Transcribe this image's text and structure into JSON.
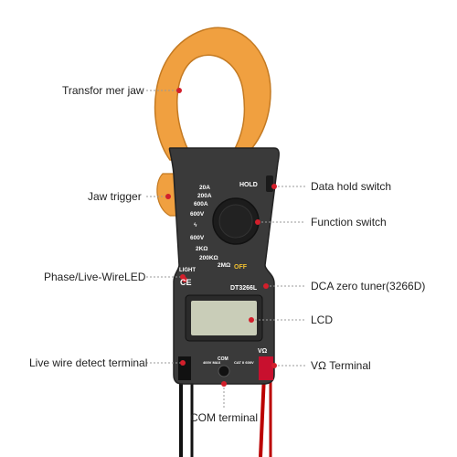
{
  "labels": {
    "jaw": "Transfor mer jaw",
    "trigger": "Jaw trigger",
    "led": "Phase/Live-WireLED",
    "live_terminal": "Live wire detect terminal",
    "hold_switch": "Data hold switch",
    "function_switch": "Function switch",
    "zero_tuner": "DCA zero tuner(3266D)",
    "lcd": "LCD",
    "v_terminal": "VΩ Terminal",
    "com_terminal": "COM terminal"
  },
  "meter": {
    "hold": "HOLD",
    "model": "DT3266L",
    "light": "LIGHT",
    "ce": "CE",
    "ranges": [
      "20A",
      "200A",
      "600A",
      "600V",
      "ϟ",
      "600V",
      "2KΩ",
      "200KΩ",
      "2MΩ"
    ],
    "off": "OFF",
    "vohm": "VΩ",
    "com": "COM",
    "max_v": "400V MAX",
    "cat": "CAT II 600V"
  },
  "colors": {
    "jaw": "#f0a040",
    "body": "#3a3a3a",
    "lcd": "#c9cdb8",
    "probe_red": "#c8102e",
    "callout_dot": "#d31f2b"
  }
}
